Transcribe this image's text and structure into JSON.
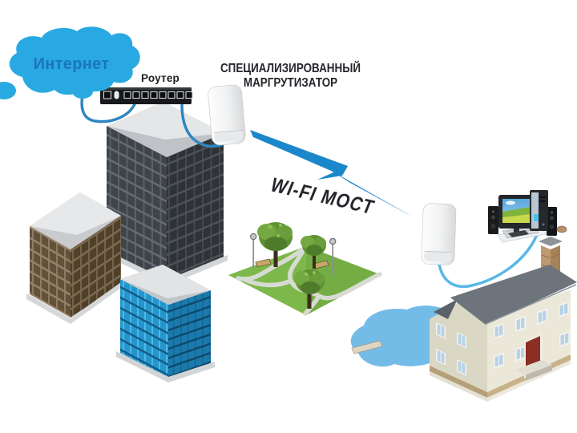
{
  "labels": {
    "internet": "Интернет",
    "router": "Роутер",
    "specialized_router_line1": "СПЕЦИАЛИЗИРОВАННЫЙ",
    "specialized_router_line2": "МАРГРУТИЗАТОР",
    "wifi_bridge": "WI-FI МОСТ"
  },
  "colors": {
    "cloud": "#29a9e1",
    "cloud_text": "#1b75bb",
    "cable": "#2f86c0",
    "cable_light": "#57b7e6",
    "lightning": "#1b87ca",
    "label_text": "#28242b",
    "grass": "#7db84a",
    "pond": "#74bce8",
    "house_wall": "#ebe8d9",
    "house_roof": "#6d747c",
    "house_door": "#8a2f22",
    "building_blue": "#2496cd",
    "building_brown": "#63513a",
    "building_gray": "#3f444a"
  },
  "icons": {
    "cloud": "internet-cloud",
    "switch": "router-switch",
    "ap_left": "outdoor-access-point-left",
    "ap_right": "outdoor-access-point-right",
    "bolt": "wifi-bridge-lightning-bolt",
    "computer": "desktop-computer",
    "house": "country-house",
    "park": "city-park",
    "pond": "pond"
  }
}
